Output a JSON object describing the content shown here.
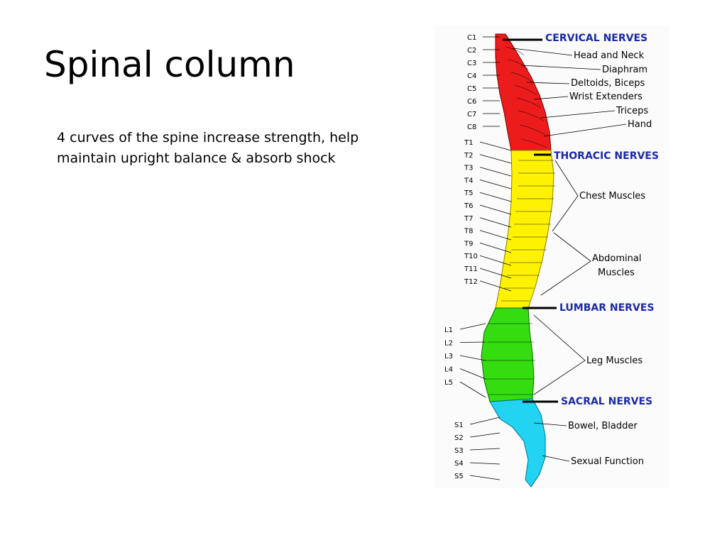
{
  "slide": {
    "title": "Spinal column",
    "body": "4 curves of the spine increase strength, help maintain upright balance & absorb shock"
  },
  "diagram": {
    "colors": {
      "cervical": "#ec1c1c",
      "thoracic": "#fff200",
      "lumbar": "#33dd0f",
      "sacral": "#22d4f2",
      "nerve_header": "#1b2aa5"
    },
    "vertebrae": {
      "cervical": [
        "C1",
        "C2",
        "C3",
        "C4",
        "C5",
        "C6",
        "C7",
        "C8"
      ],
      "thoracic": [
        "T1",
        "T2",
        "T3",
        "T4",
        "T5",
        "T6",
        "T7",
        "T8",
        "T9",
        "T10",
        "T11",
        "T12"
      ],
      "lumbar": [
        "L1",
        "L2",
        "L3",
        "L4",
        "L5"
      ],
      "sacral": [
        "S1",
        "S2",
        "S3",
        "S4",
        "S5"
      ]
    },
    "nerve_headers": {
      "cervical": "CERVICAL NERVES",
      "thoracic": "THORACIC NERVES",
      "lumbar": "LUMBAR NERVES",
      "sacral": "SACRAL NERVES"
    },
    "functions": {
      "head_neck": "Head and Neck",
      "diaphram": "Diaphram",
      "deltoids_biceps": "Deltoids, Biceps",
      "wrist_extenders": "Wrist Extenders",
      "triceps": "Triceps",
      "hand": "Hand",
      "chest_muscles": "Chest Muscles",
      "abdominal_muscles_1": "Abdominal",
      "abdominal_muscles_2": "Muscles",
      "leg_muscles": "Leg Muscles",
      "bowel_bladder": "Bowel,  Bladder",
      "sexual_function": "Sexual Function"
    }
  }
}
